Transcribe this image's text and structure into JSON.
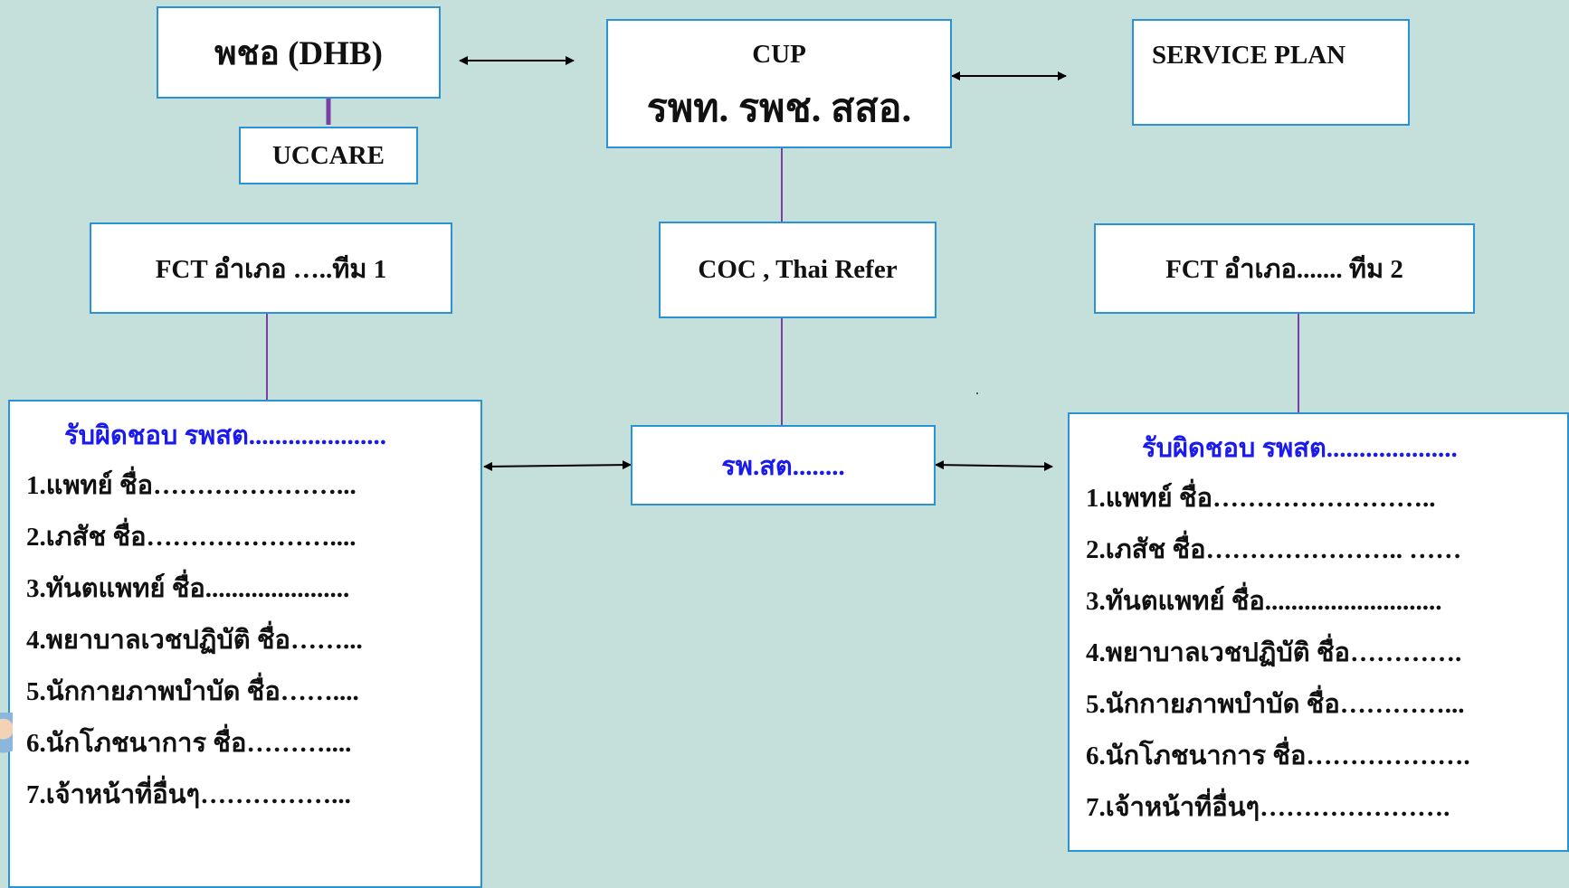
{
  "nodes": {
    "dhb": "พชอ (DHB)",
    "uccare": "UCCARE",
    "cup_title": "CUP",
    "cup_sub": "รพท.  รพช. สสอ.",
    "service_plan": "SERVICE PLAN",
    "fct_team1": "FCT อำเภอ …..ทีม 1",
    "coc": "COC  , Thai Refer",
    "fct_team2": "FCT อำเภอ....... ทีม 2",
    "rpst_center": "รพ.สต........"
  },
  "left_panel": {
    "title": "รับผิดชอบ รพสต.....................",
    "items": [
      "1.แพทย์ ชื่อ…………………...",
      "2.เภสัช ชื่อ…………………....",
      "3.ทันตแพทย์ ชื่อ......................",
      "4.พยาบาลเวชปฏิบัติ ชื่อ……...",
      "5.นักกายภาพบำบัด ชื่อ……....",
      "6.นักโภชนาการ ชื่อ………....",
      "7.เจ้าหน้าที่อื่นๆ……………..."
    ]
  },
  "right_panel": {
    "title": "รับผิดชอบ รพสต....................",
    "items": [
      "1.แพทย์ ชื่อ……………………..",
      "2.เภสัช ชื่อ………………….. ……",
      "3.ทันตแพทย์ ชื่อ...........................",
      "4.พยาบาลเวชปฏิบัติ ชื่อ………….",
      "5.นักกายภาพบำบัด ชื่อ…………...",
      "6.นักโภชนาการ ชื่อ……………….",
      "7.เจ้าหน้าที่อื่นๆ…………………."
    ]
  },
  "colors": {
    "background": "#c5dfdb",
    "box_border": "#2a93d6",
    "connector": "#7a3fa0",
    "title_blue": "#1a1aee"
  }
}
